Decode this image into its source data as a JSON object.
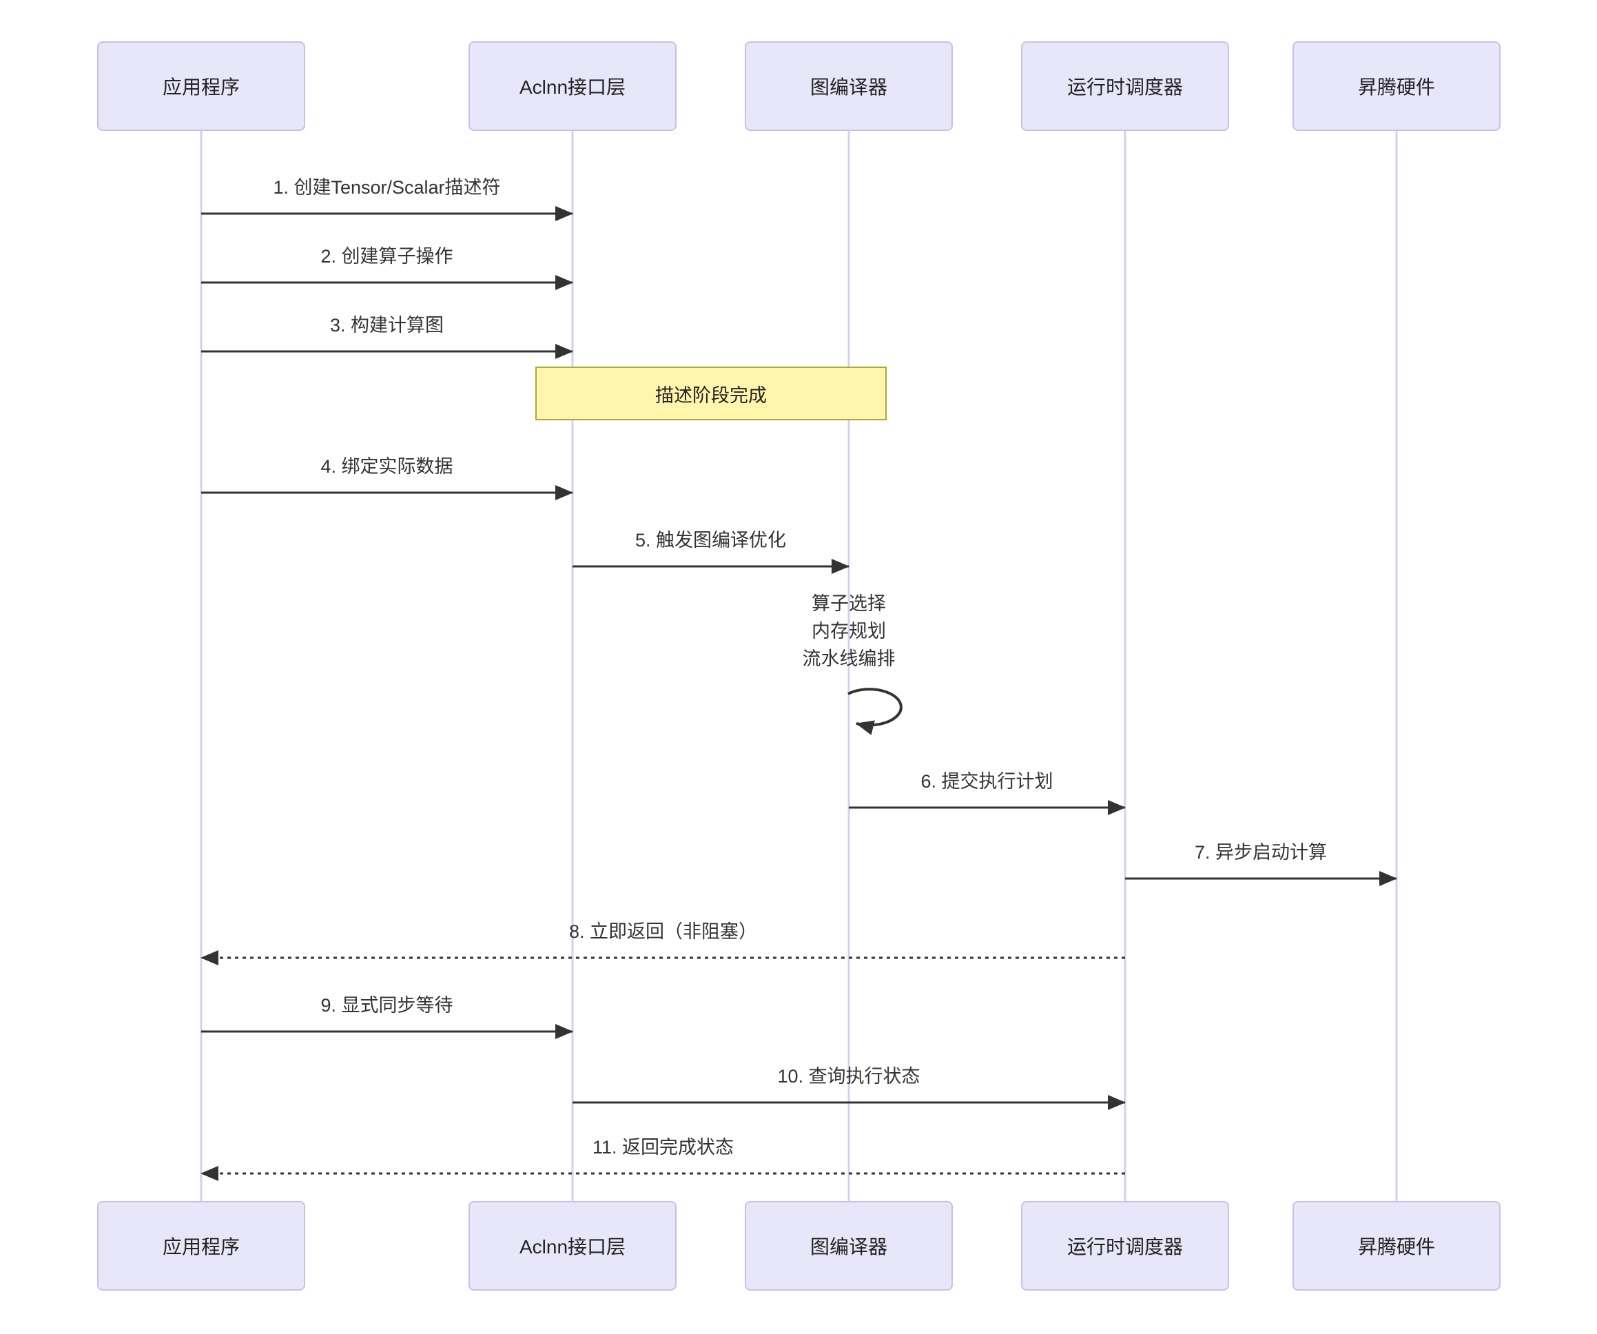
{
  "diagram": {
    "type": "sequence",
    "participants": [
      {
        "id": "app",
        "label": "应用程序"
      },
      {
        "id": "aclnn",
        "label": "Aclnn接口层"
      },
      {
        "id": "compiler",
        "label": "图编译器"
      },
      {
        "id": "scheduler",
        "label": "运行时调度器"
      },
      {
        "id": "hardware",
        "label": "昇腾硬件"
      }
    ],
    "messages": [
      {
        "label": "1. 创建Tensor/Scalar描述符",
        "from": "app",
        "to": "aclnn",
        "line": "solid"
      },
      {
        "label": "2. 创建算子操作",
        "from": "app",
        "to": "aclnn",
        "line": "solid"
      },
      {
        "label": "3. 构建计算图",
        "from": "app",
        "to": "aclnn",
        "line": "solid"
      },
      {
        "label": "4. 绑定实际数据",
        "from": "app",
        "to": "aclnn",
        "line": "solid"
      },
      {
        "label": "5. 触发图编译优化",
        "from": "aclnn",
        "to": "compiler",
        "line": "solid"
      },
      {
        "label": "6. 提交执行计划",
        "from": "compiler",
        "to": "scheduler",
        "line": "solid"
      },
      {
        "label": "7. 异步启动计算",
        "from": "scheduler",
        "to": "hardware",
        "line": "solid"
      },
      {
        "label": "8. 立即返回（非阻塞）",
        "from": "scheduler",
        "to": "app",
        "line": "dashed"
      },
      {
        "label": "9. 显式同步等待",
        "from": "app",
        "to": "aclnn",
        "line": "solid"
      },
      {
        "label": "10. 查询执行状态",
        "from": "aclnn",
        "to": "scheduler",
        "line": "solid"
      },
      {
        "label": "11. 返回完成状态",
        "from": "scheduler",
        "to": "app",
        "line": "dashed"
      }
    ],
    "note": {
      "text": "描述阶段完成",
      "over": "Aclnn接口层 / 图编译器"
    },
    "self_action": {
      "participant": "图编译器",
      "lines": [
        "算子选择",
        "内存规划",
        "流水线编排"
      ]
    },
    "colors": {
      "actor_fill": "#E8E6F9",
      "actor_border": "#C8C0E8",
      "lifeline": "#D6CFEE",
      "note_fill": "#FFF5AD",
      "note_border": "#AAAA33",
      "arrow": "#333333",
      "text": "#222222"
    }
  }
}
